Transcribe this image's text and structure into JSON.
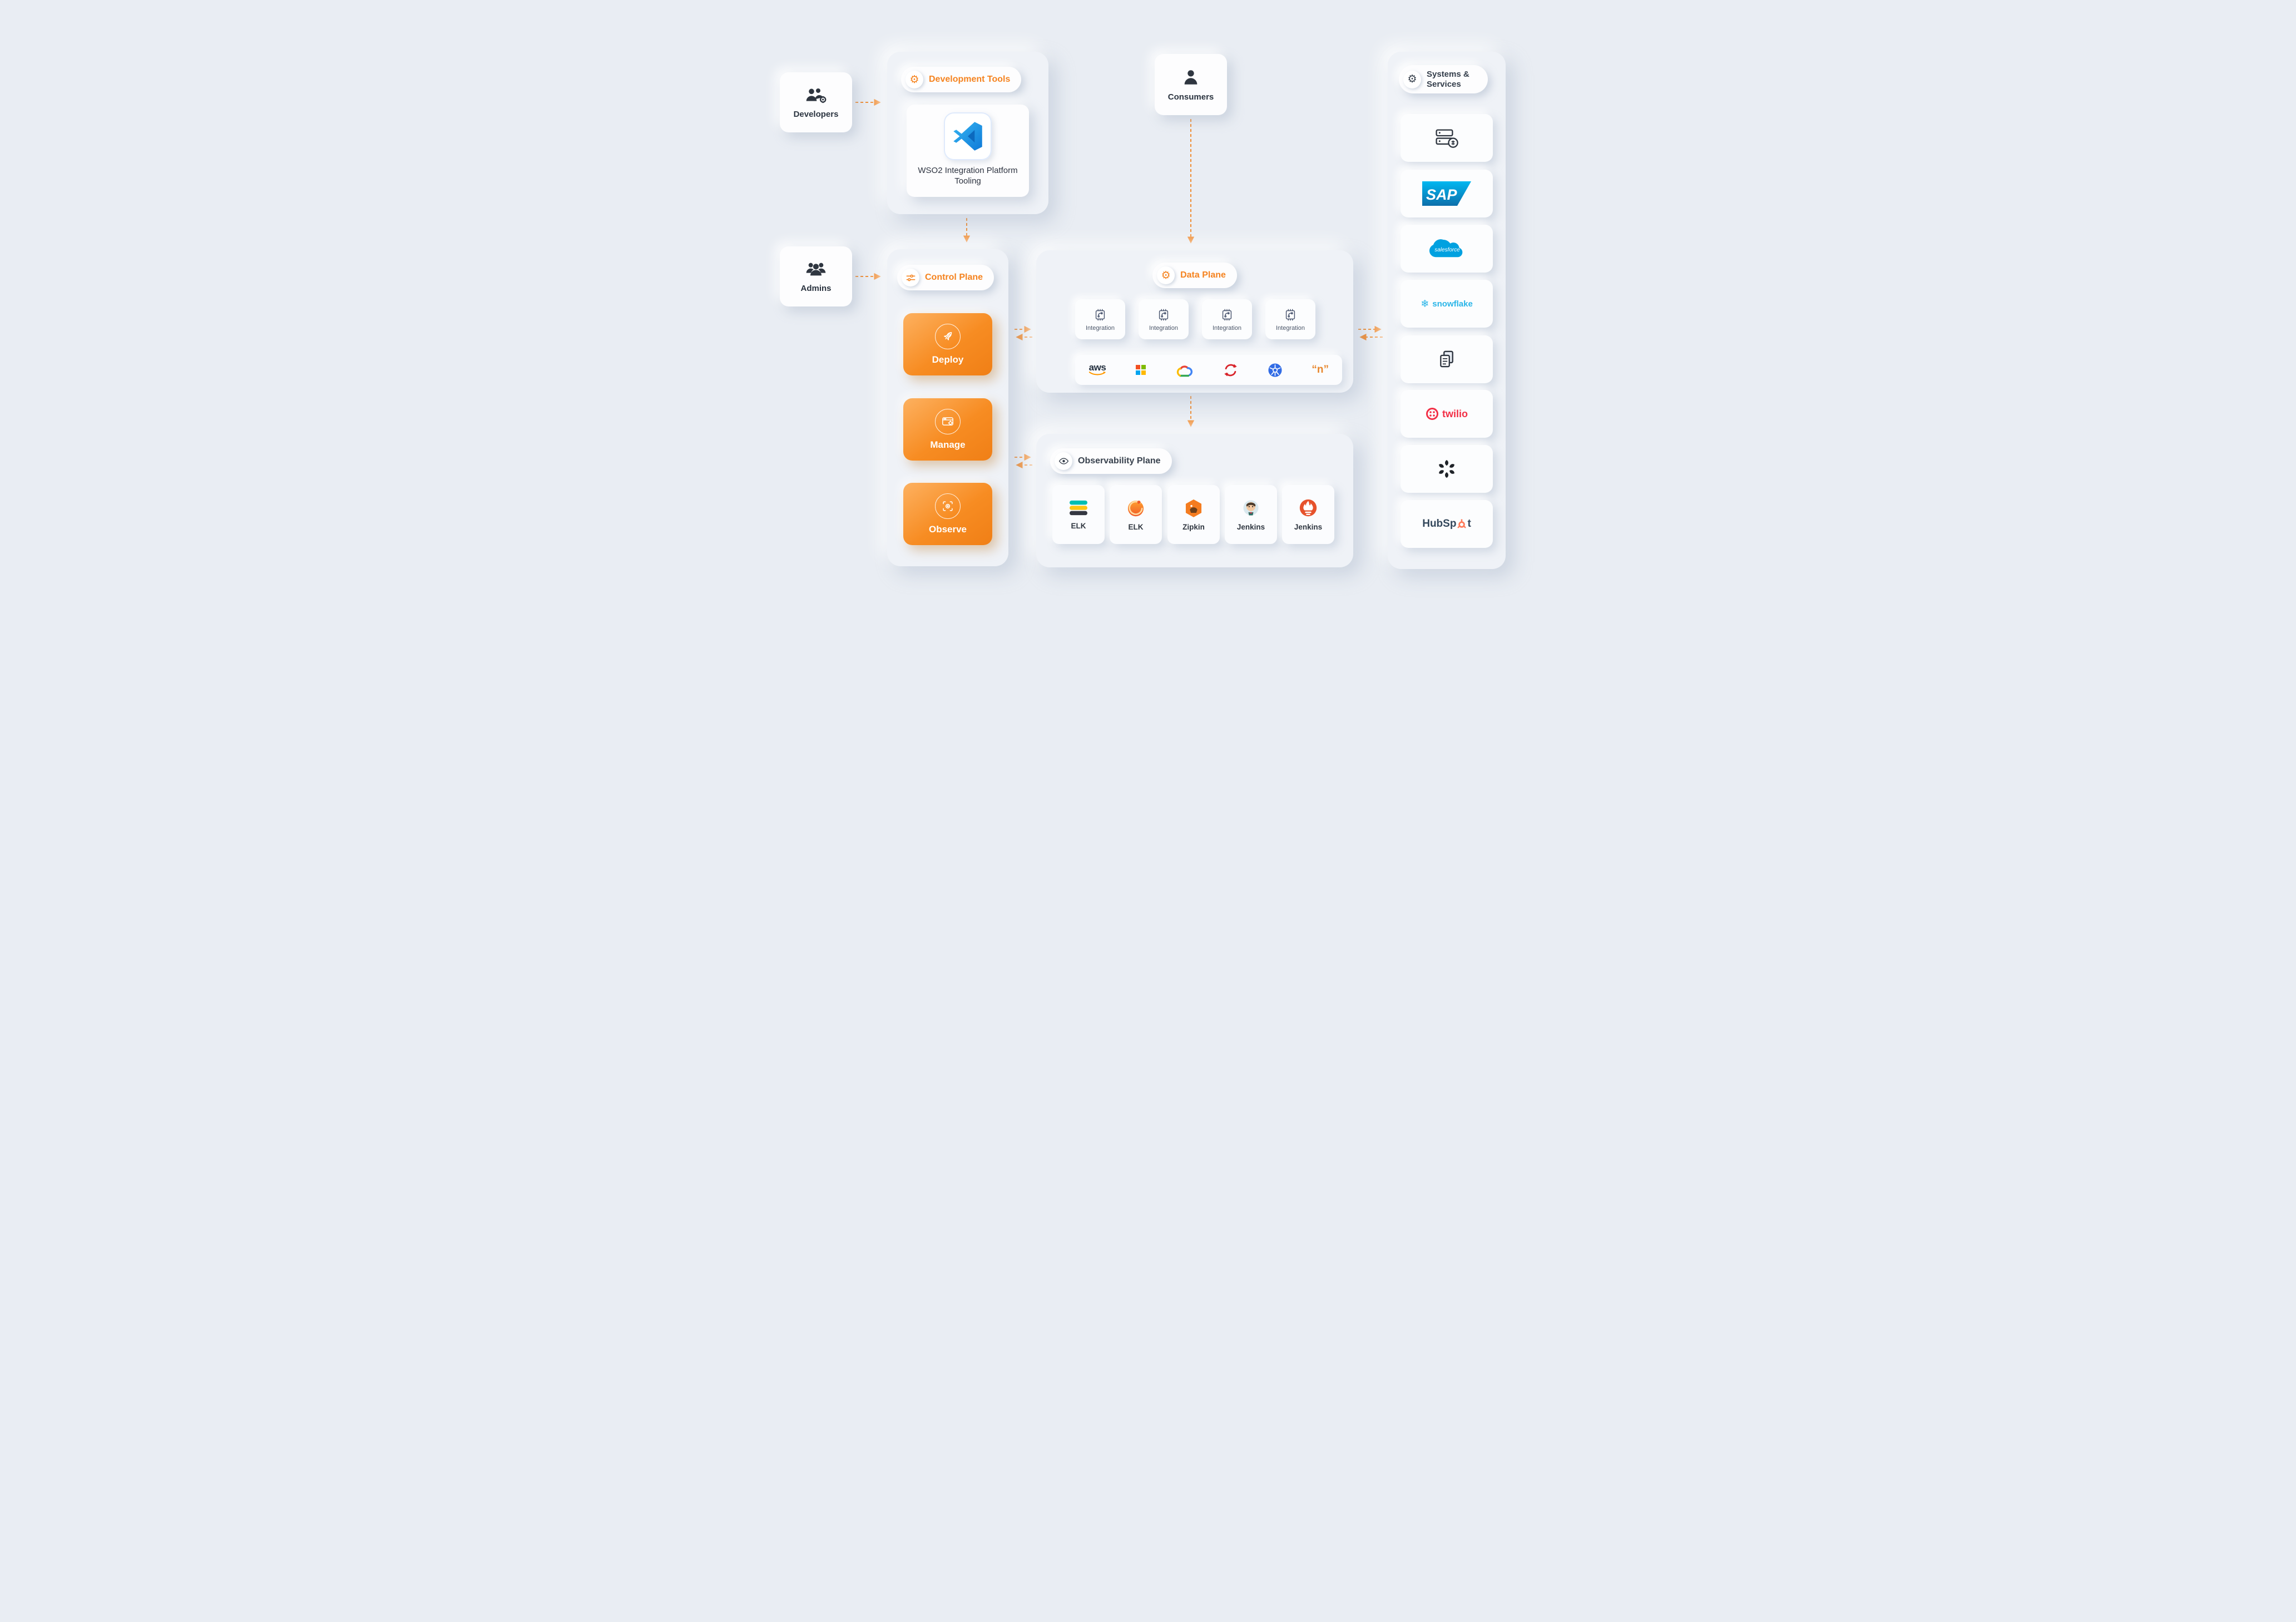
{
  "colors": {
    "accent": "#f5831f",
    "arrow": "#ef8b30"
  },
  "icons": {
    "gear": "⚙",
    "snowflake": "❄"
  },
  "actors": {
    "developers": "Developers",
    "admins": "Admins",
    "consumers": "Consumers"
  },
  "development_tools": {
    "title": "Development Tools",
    "tool_label": "WSO2 Integration Platform Tooling"
  },
  "control_plane": {
    "title": "Control Plane",
    "actions": [
      {
        "label": "Deploy"
      },
      {
        "label": "Manage"
      },
      {
        "label": "Observe"
      }
    ]
  },
  "data_plane": {
    "title": "Data Plane",
    "integration_label": "Integration",
    "aws_label": "aws",
    "n_label": "“n”"
  },
  "observability_plane": {
    "title": "Observability Plane",
    "tools": [
      {
        "label": "ELK"
      },
      {
        "label": "ELK"
      },
      {
        "label": "Zipkin"
      },
      {
        "label": "Jenkins"
      },
      {
        "label": "Jenkins"
      }
    ]
  },
  "systems_services": {
    "title": "Systems & Services",
    "sap": "SAP",
    "salesforce": "salesforce",
    "snowflake": "snowflake",
    "twilio": "twilio",
    "hubspot_pre": "HubSp",
    "hubspot_post": "t"
  }
}
